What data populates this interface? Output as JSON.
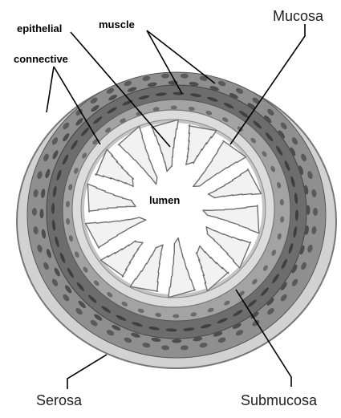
{
  "diagram": {
    "labels": {
      "epithelial": "epithelial",
      "muscle": "muscle",
      "connective": "connective",
      "mucosa": "Mucosa",
      "lumen": "lumen",
      "serosa": "Serosa",
      "submucosa": "Submucosa"
    },
    "colors": {
      "serosa": "#d2d2d2",
      "outer_connective": "#8f8f8f",
      "muscle_layer": "#6d6d6d",
      "submucosa": "#a3a3a3",
      "mucosa_ring": "#dcdcdc",
      "mucosa_inner": "#c4c4c4",
      "lumen": "#ffffff",
      "folds": "#f2f2f2",
      "fold_edge": "#707070"
    }
  }
}
